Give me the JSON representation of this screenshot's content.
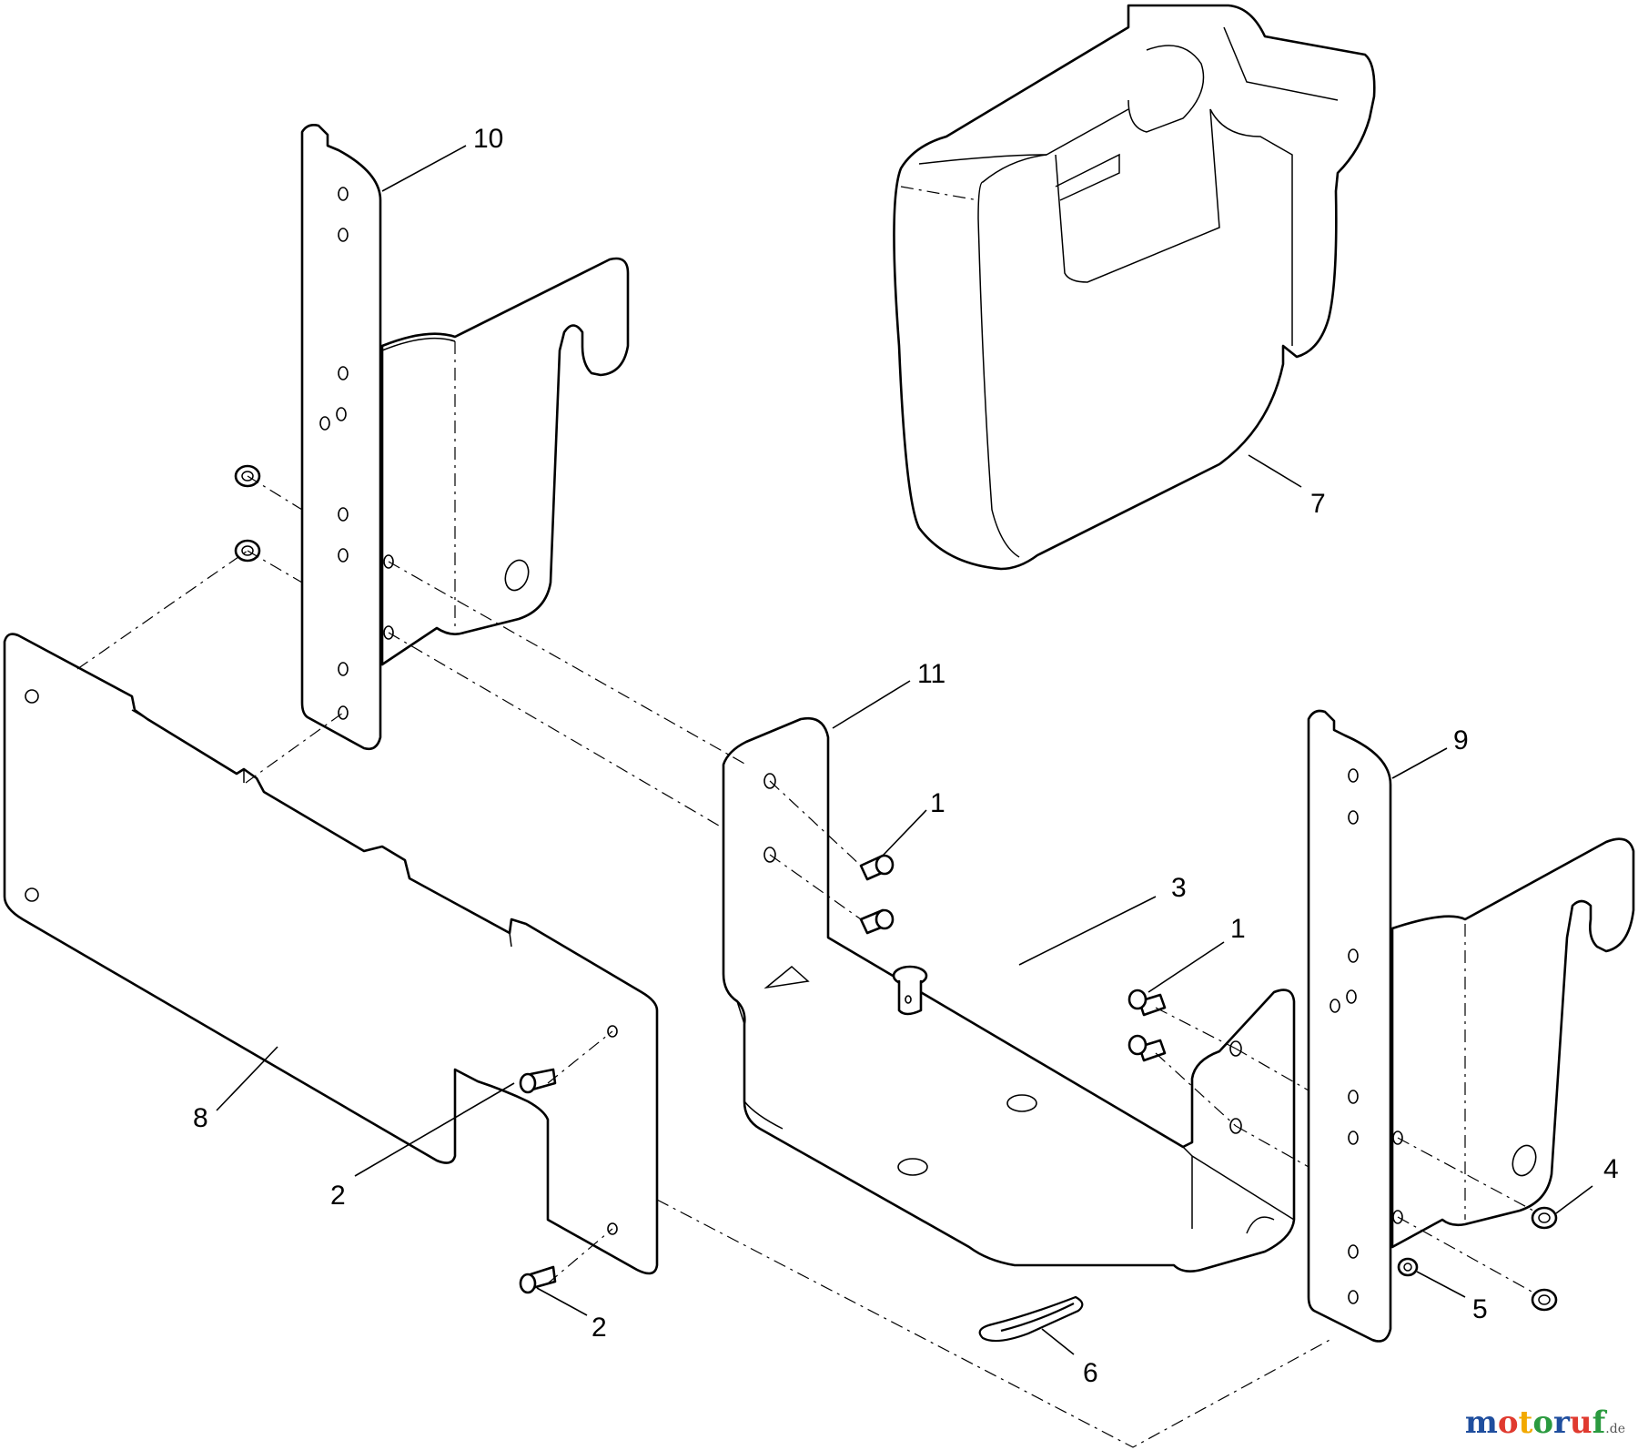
{
  "callouts": {
    "c1a": "1",
    "c1b": "1",
    "c2a": "2",
    "c2b": "2",
    "c3": "3",
    "c4": "4",
    "c5": "5",
    "c6": "6",
    "c7": "7",
    "c8": "8",
    "c9": "9",
    "c10": "10",
    "c11": "11"
  },
  "watermark": {
    "letters": [
      "m",
      "o",
      "t",
      "o",
      "r",
      "u",
      "f"
    ],
    "suffix": ".de",
    "colors": [
      "#1f4e9e",
      "#e03a2f",
      "#f2a900",
      "#2a9a3f",
      "#1f4e9e",
      "#e03a2f",
      "#2a9a3f"
    ]
  }
}
